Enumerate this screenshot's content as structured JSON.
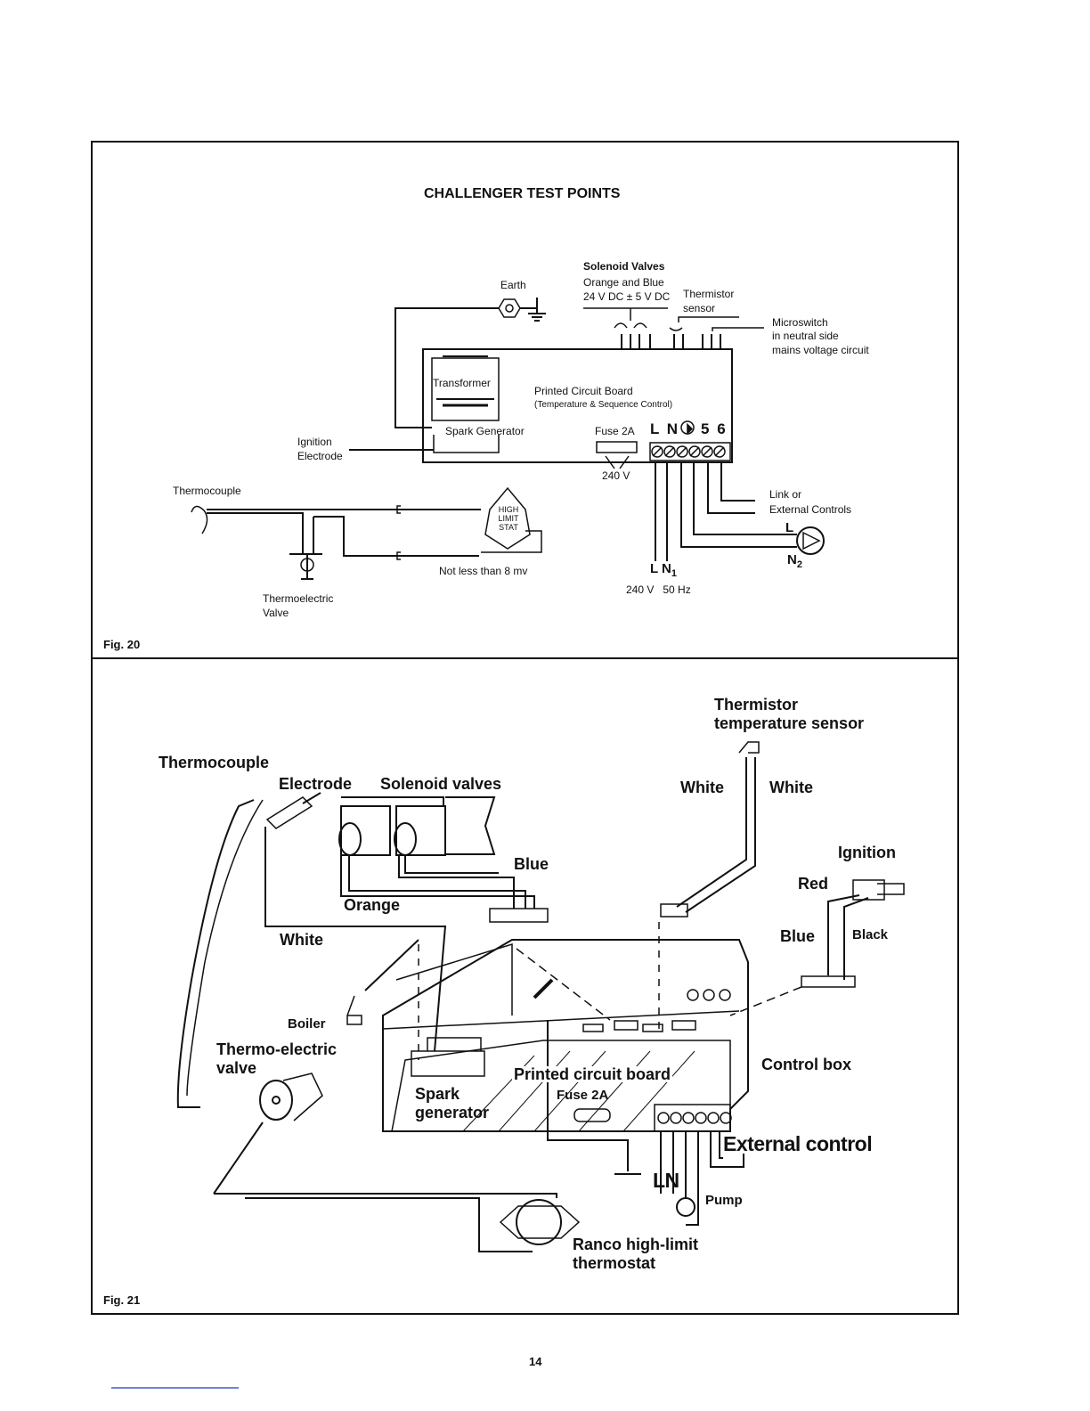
{
  "fig20": {
    "title": "CHALLENGER TEST POINTS",
    "label": "Fig. 20",
    "solenoid_valves": "Solenoid Valves",
    "orange_and_blue": "Orange and Blue",
    "voltage_dc": "24 V DC ± 5 V DC",
    "earth": "Earth",
    "thermistor": "Thermistor",
    "sensor": "sensor",
    "microswitch_1": "Microswitch",
    "microswitch_2": "in neutral side",
    "microswitch_3": "mains voltage circuit",
    "transformer": "Transformer",
    "pcb_1": "Printed Circuit Board",
    "pcb_2": "(Temperature & Sequence Control)",
    "spark_generator": "Spark Generator",
    "ignition": "Ignition",
    "electrode": "Electrode",
    "fuse": "Fuse 2A",
    "terminals": "L N ⏵ 5 6",
    "v240": "240 V",
    "thermocouple": "Thermocouple",
    "high_limit_stat": [
      "HIGH",
      "LIMIT",
      "STAT"
    ],
    "link_or": "Link or",
    "external_controls": "External Controls",
    "pump_l": "L",
    "pump_n": "N",
    "pump_n_sub": "2",
    "not_less": "Not less than 8 mv",
    "ln": "L N",
    "ln_sub": "1",
    "mains": "240 V   50 Hz",
    "thermoelectric_1": "Thermoelectric",
    "thermoelectric_2": "Valve"
  },
  "fig21": {
    "label": "Fig. 21",
    "thermistor_1": "Thermistor",
    "thermistor_2": "temperature sensor",
    "thermocouple": "Thermocouple",
    "electrode": "Electrode",
    "solenoid_valves": "Solenoid valves",
    "white_a": "White",
    "white_b": "White",
    "ignition": "Ignition",
    "red": "Red",
    "blue": "Blue",
    "orange": "Orange",
    "white_c": "White",
    "blue_b": "Blue",
    "black": "Black",
    "boiler": "Boiler",
    "thermo_electric_1": "Thermo-electric",
    "thermo_electric_2": "valve",
    "control_box": "Control box",
    "pcb": "Printed circuit board",
    "spark_1": "Spark",
    "spark_2": "generator",
    "fuse": "Fuse 2A",
    "external_control": "External control",
    "ln": "LN",
    "pump": "Pump",
    "ranco_1": "Ranco high-limit",
    "ranco_2": "thermostat"
  },
  "page_number": "14"
}
